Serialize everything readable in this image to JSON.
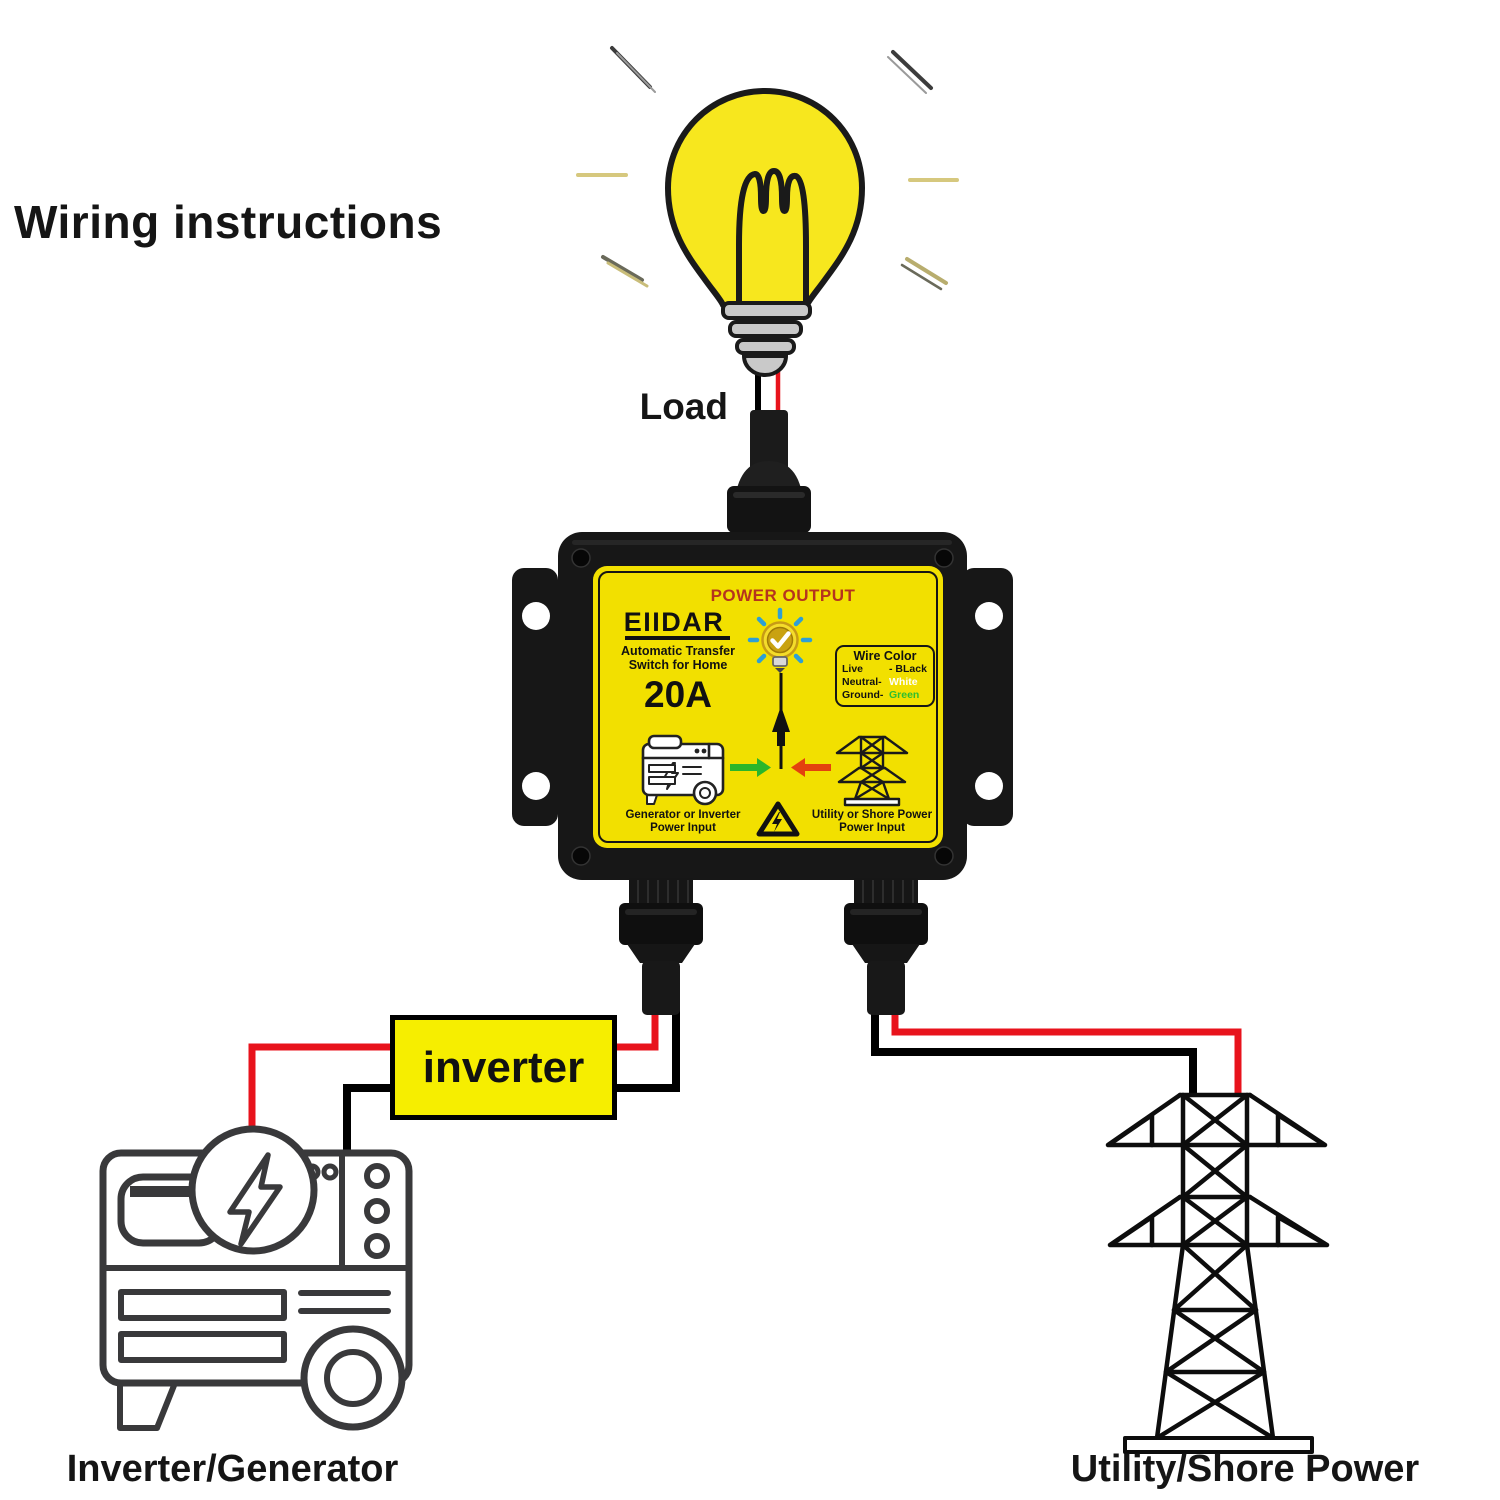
{
  "title": "Wiring instructions",
  "load_label": "Load",
  "inverter_label": "inverter",
  "source_left_label": "Inverter/Generator",
  "source_right_label": "Utility/Shore Power",
  "device": {
    "power_output": "POWER OUTPUT",
    "brand": "EIIDAR",
    "product_line1": "Automatic Transfer",
    "product_line2": "Switch for Home",
    "rating": "20A",
    "wire_color": {
      "title": "Wire Color",
      "rows": [
        {
          "label": "Live",
          "value": "- BLack",
          "value_color": "#111111"
        },
        {
          "label": "Neutral-",
          "value": "White",
          "value_color": "#ffffff"
        },
        {
          "label": "Ground-",
          "value": "Green",
          "value_color": "#2fbe2f"
        }
      ]
    },
    "left_input": {
      "line1": "Generator or Inverter",
      "line2": "Power Input"
    },
    "right_input": {
      "line1": "Utility or Shore Power",
      "line2": "Power Input"
    }
  },
  "icons": {
    "light-bulb-icon": "incandescent bulb with rays",
    "bulb-check-icon": "bulb with checkmark and blue sparks",
    "generator-icon": "portable inverter generator line art",
    "power-tower-icon": "transmission lattice tower line art",
    "warning-triangle-icon": "high-voltage warning triangle",
    "cable-gland-icon": "black waterproof cable gland"
  },
  "colors": {
    "background": "#ffffff",
    "wire_red": "#e8131c",
    "wire_black": "#000000",
    "label_yellow": "#f2e000",
    "bulb_yellow": "#f7e71e",
    "inverter_yellow": "#f6ee00",
    "case_black": "#171717",
    "power_output_red": "#b5341e",
    "arrow_green": "#2ab62a",
    "arrow_red": "#e3420e",
    "neutral_white": "#ffffff",
    "ground_green": "#2fbe2f",
    "generator_stroke": "#39393b"
  }
}
